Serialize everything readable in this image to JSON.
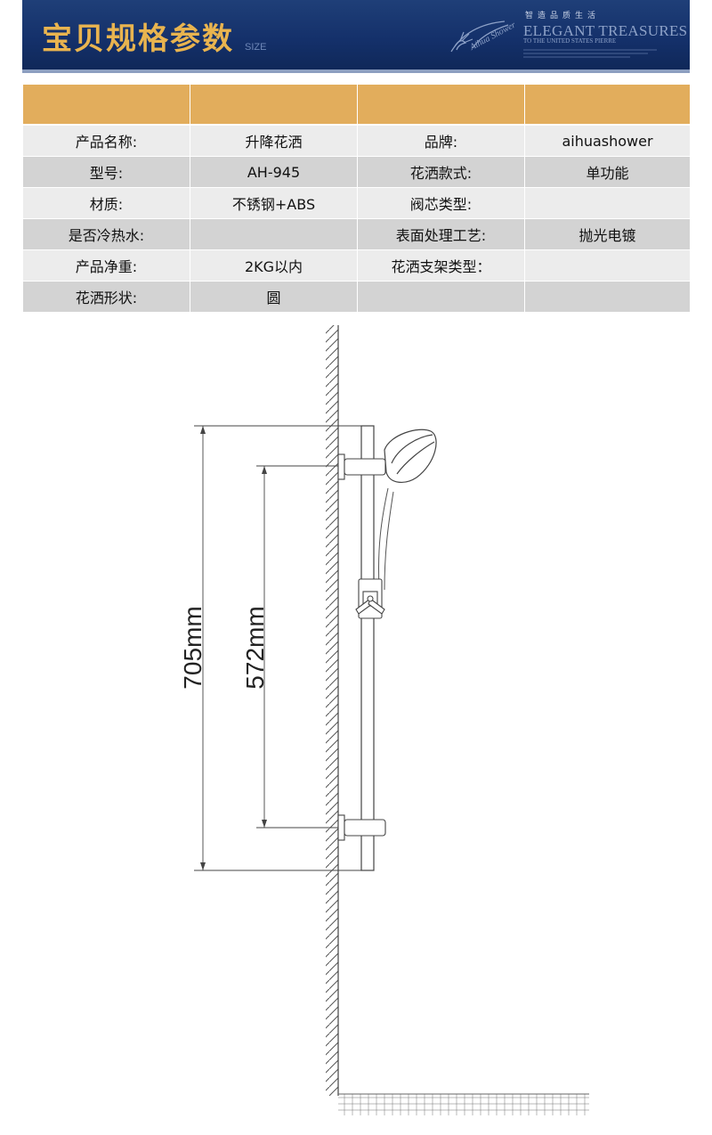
{
  "header": {
    "title": "宝贝规格参数",
    "subtitle": "SIZE",
    "tagline_cn": "智造品质生活",
    "tagline_en": "ELEGANT TREASURES",
    "tagline_en_small": "TO THE UNITED STATES PIERRE",
    "colors": {
      "background": "#14306a",
      "title": "#e9b44f"
    }
  },
  "spec_table": {
    "header_color": "#e2ad5c",
    "rows": [
      [
        "产品名称:",
        "升降花洒",
        "品牌:",
        "aihuashower"
      ],
      [
        "型号:",
        "AH-945",
        "花洒款式:",
        "单功能"
      ],
      [
        "材质:",
        "不锈钢+ABS",
        "阀芯类型:",
        ""
      ],
      [
        "是否冷热水:",
        "",
        "表面处理工艺:",
        "抛光电镀"
      ],
      [
        "产品净重:",
        "2KG以内",
        "花洒支架类型：",
        ""
      ],
      [
        "花洒形状:",
        "圆",
        "",
        ""
      ]
    ]
  },
  "diagram": {
    "dimension_total": "705mm",
    "dimension_bracket": "572mm"
  }
}
